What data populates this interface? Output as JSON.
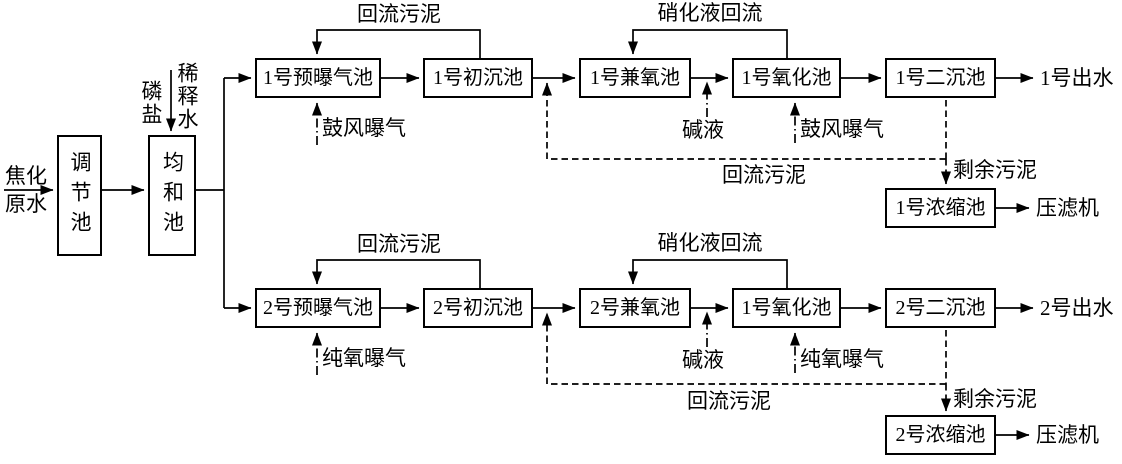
{
  "palette": {
    "line": "#000000",
    "background": "#ffffff",
    "text": "#000000"
  },
  "source": {
    "label": "焦化\n原水"
  },
  "pretreatment": {
    "regulation_tank": "调节池",
    "equalization_tank": "均和池",
    "phosphate_label": "磷盐",
    "dilution_water_label": "稀释水"
  },
  "train1": {
    "pre_aeration_tank": "1号预曝气池",
    "primary_sedimentation_tank": "1号初沉池",
    "facultative_tank": "1号兼氧池",
    "oxidation_tank": "1号氧化池",
    "secondary_sedimentation_tank": "1号二沉池",
    "effluent_label": "1号出水",
    "return_sludge_loop_label": "回流污泥",
    "nitrified_liquor_return_label": "硝化液回流",
    "pre_aeration_input_label": "鼓风曝气",
    "alkali_input_label": "碱液",
    "oxidation_input_label": "鼓风曝气",
    "long_return_sludge_label": "回流污泥",
    "excess_sludge_label": "剩余污泥",
    "thickener_tank": "1号浓缩池",
    "filter_press_label": "压滤机"
  },
  "train2": {
    "pre_aeration_tank": "2号预曝气池",
    "primary_sedimentation_tank": "2号初沉池",
    "facultative_tank": "2号兼氧池",
    "oxidation_tank": "1号氧化池",
    "secondary_sedimentation_tank": "2号二沉池",
    "effluent_label": "2号出水",
    "return_sludge_loop_label": "回流污泥",
    "nitrified_liquor_return_label": "硝化液回流",
    "pre_aeration_input_label": "纯氧曝气",
    "alkali_input_label": "碱液",
    "oxidation_input_label": "纯氧曝气",
    "long_return_sludge_label": "回流污泥",
    "excess_sludge_label": "剩余污泥",
    "thickener_tank": "2号浓缩池",
    "filter_press_label": "压滤机"
  }
}
